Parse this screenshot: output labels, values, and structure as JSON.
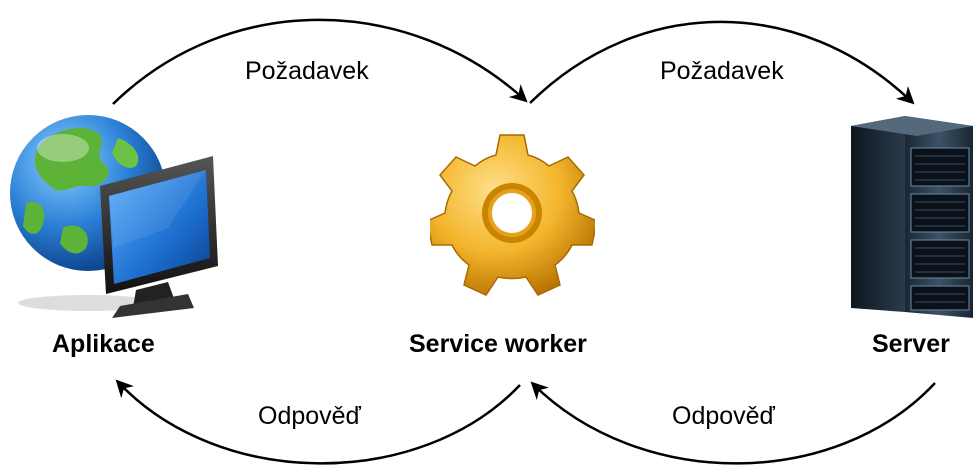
{
  "nodes": {
    "app": {
      "label": "Aplikace"
    },
    "service_worker": {
      "label": "Service worker"
    },
    "server": {
      "label": "Server"
    }
  },
  "edges": {
    "request_1": {
      "label": "Požadavek"
    },
    "request_2": {
      "label": "Požadavek"
    },
    "response_1": {
      "label": "Odpověď"
    },
    "response_2": {
      "label": "Odpověď"
    }
  },
  "colors": {
    "arrow": "#000000",
    "globe_ocean": "#2a7fd6",
    "globe_land": "#5cb338",
    "gear": "#f3b52c",
    "monitor": "#1f1f1f",
    "screen": "#1d6fd0",
    "server": "#2b3b4b"
  },
  "icons": {
    "app": "globe-monitor-icon",
    "service_worker": "gear-icon",
    "server": "server-rack-icon"
  }
}
